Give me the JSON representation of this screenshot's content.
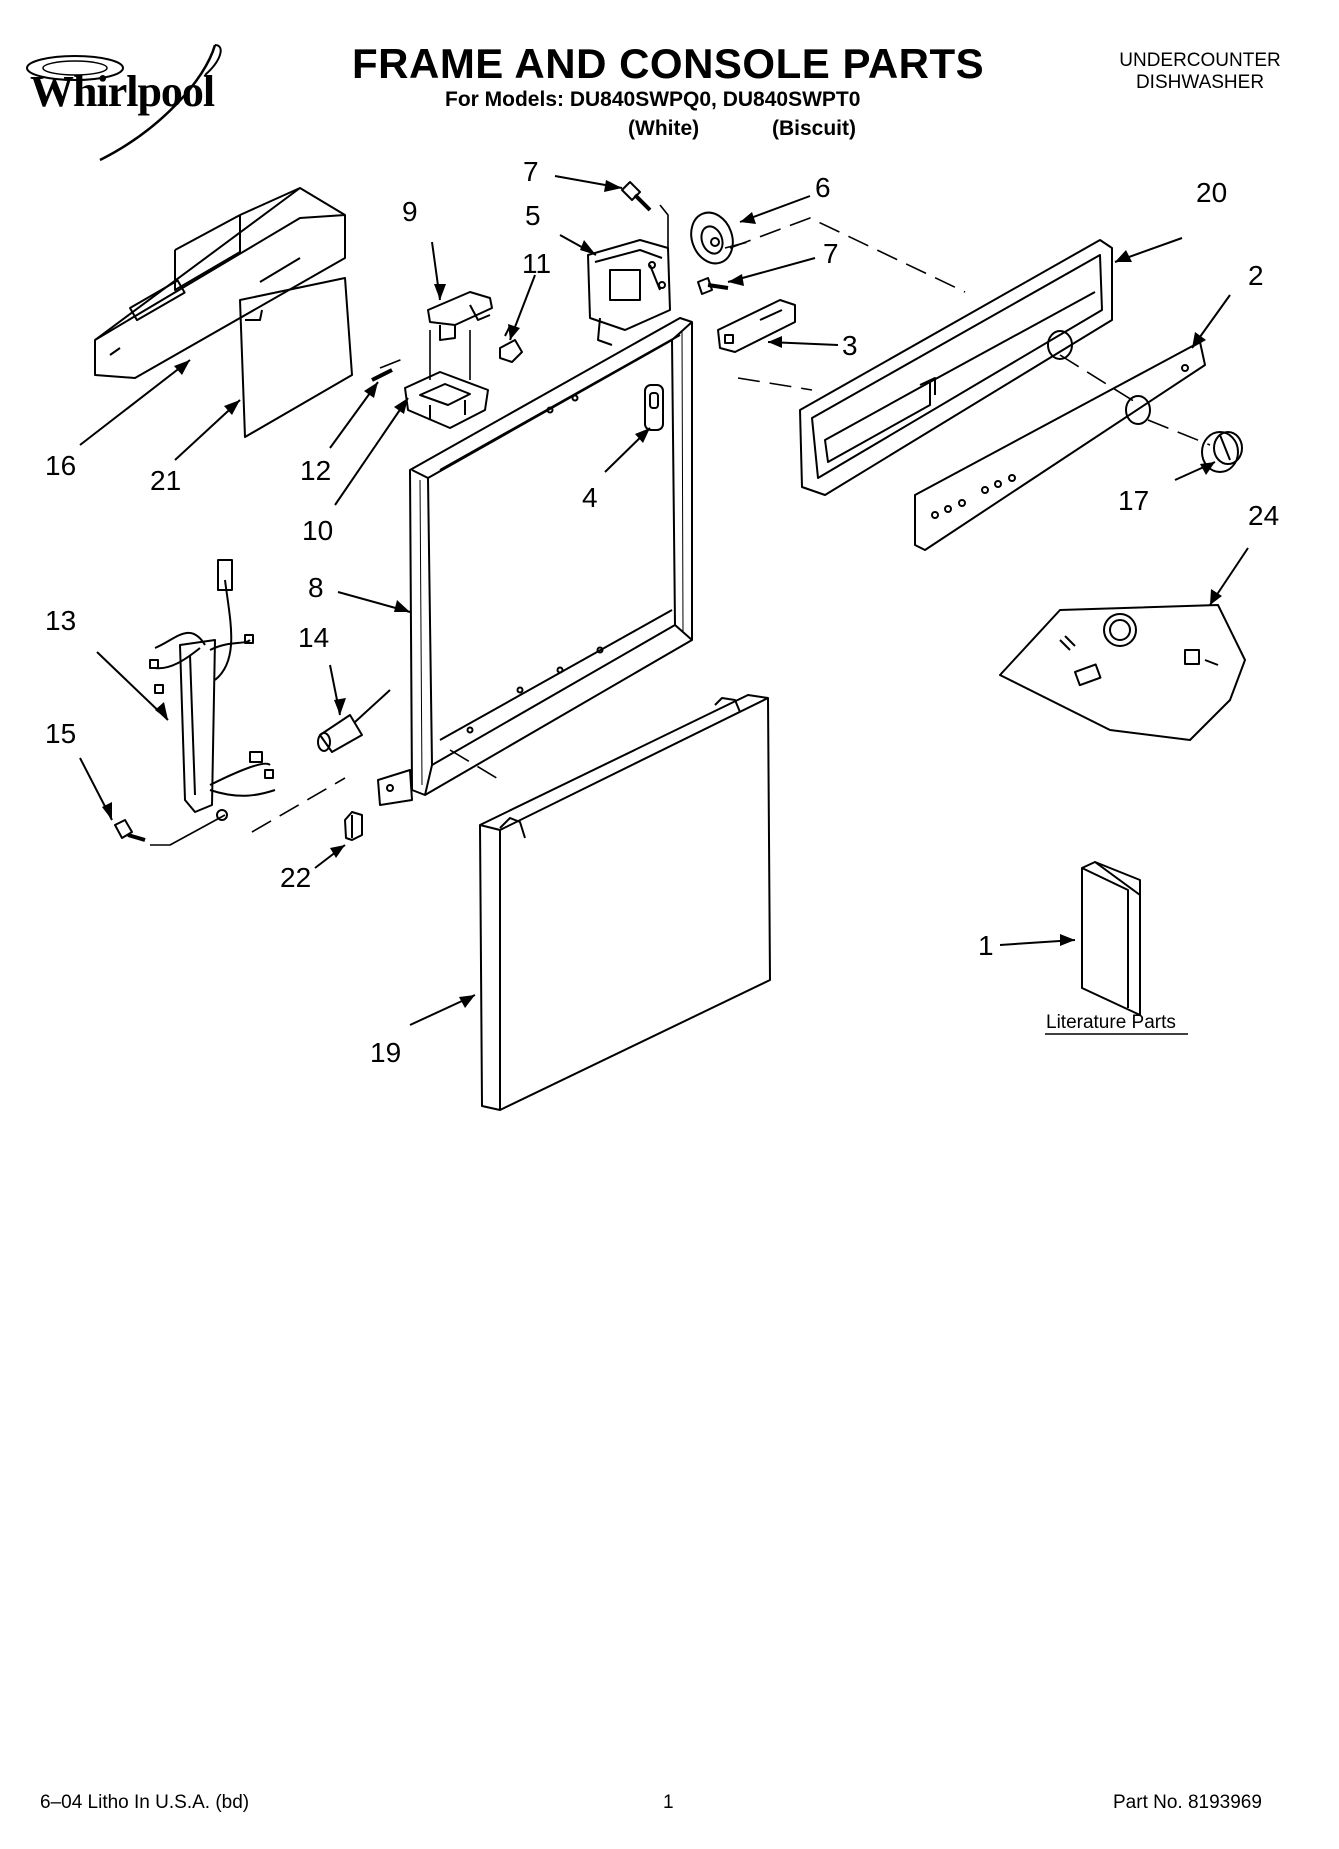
{
  "header": {
    "brand": "Whirlpool",
    "title": "FRAME AND CONSOLE PARTS",
    "models_line": "For Models: DU840SWPQ0, DU840SWPT0",
    "variant_white": "(White)",
    "variant_biscuit": "(Biscuit)",
    "product_line1": "UNDERCOUNTER",
    "product_line2": "DISHWASHER"
  },
  "callouts": [
    "7",
    "6",
    "9",
    "5",
    "11",
    "7",
    "20",
    "2",
    "3",
    "16",
    "21",
    "12",
    "4",
    "10",
    "17",
    "24",
    "8",
    "13",
    "14",
    "15",
    "22",
    "1",
    "19"
  ],
  "literature_label": "Literature Parts",
  "footer": {
    "litho": "6–04 Litho In U.S.A. (bd)",
    "page": "1",
    "part_no": "Part No. 8193969"
  }
}
